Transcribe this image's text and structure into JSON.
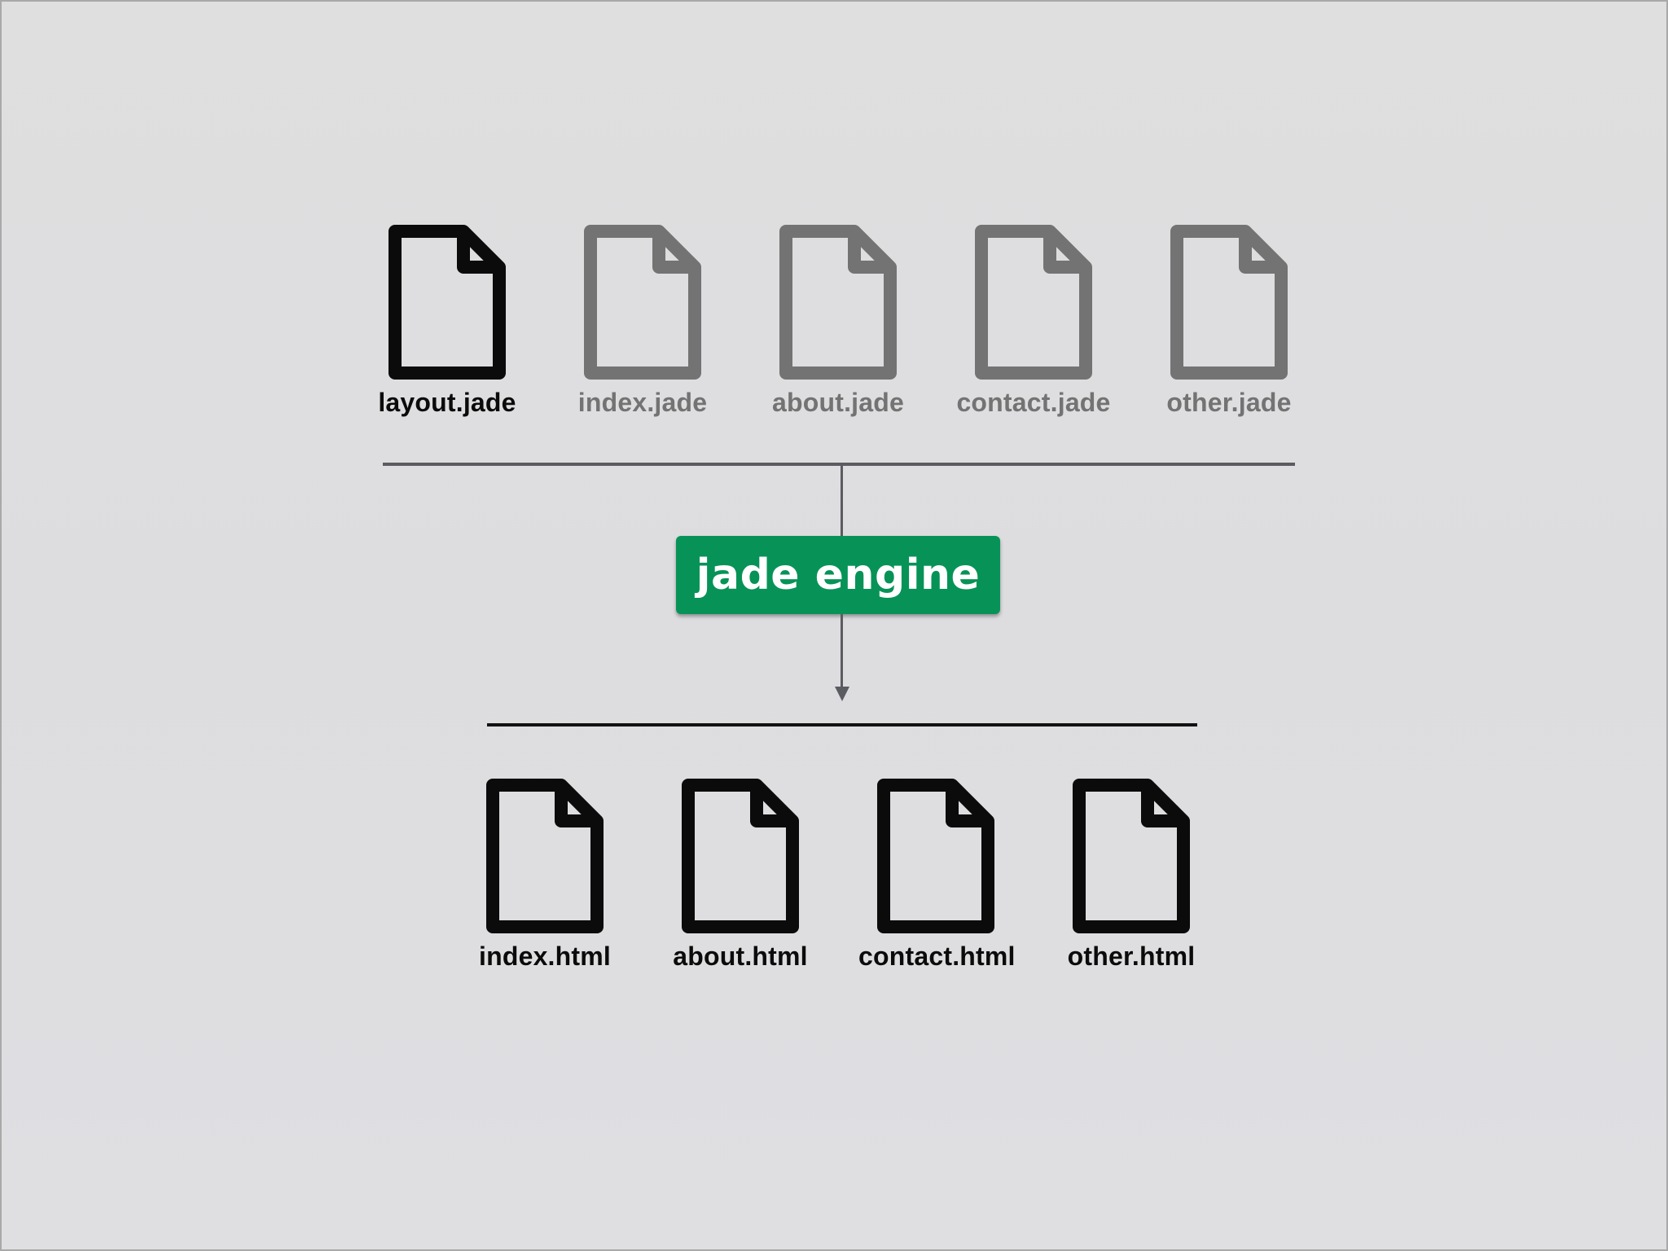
{
  "colors": {
    "background": "#dedede",
    "input_primary": "#0b0b0b",
    "input_secondary": "#737373",
    "output": "#0b0b0b",
    "engine_fill": "#079357",
    "engine_text": "#ffffff",
    "connector": "#5b5c61"
  },
  "inputs": [
    {
      "label": "layout.jade",
      "icon": "file-icon",
      "emphasis": "primary"
    },
    {
      "label": "index.jade",
      "icon": "file-icon",
      "emphasis": "secondary"
    },
    {
      "label": "about.jade",
      "icon": "file-icon",
      "emphasis": "secondary"
    },
    {
      "label": "contact.jade",
      "icon": "file-icon",
      "emphasis": "secondary"
    },
    {
      "label": "other.jade",
      "icon": "file-icon",
      "emphasis": "secondary"
    }
  ],
  "engine": {
    "label": "jade engine"
  },
  "outputs": [
    {
      "label": "index.html",
      "icon": "file-icon"
    },
    {
      "label": "about.html",
      "icon": "file-icon"
    },
    {
      "label": "contact.html",
      "icon": "file-icon"
    },
    {
      "label": "other.html",
      "icon": "file-icon"
    }
  ]
}
